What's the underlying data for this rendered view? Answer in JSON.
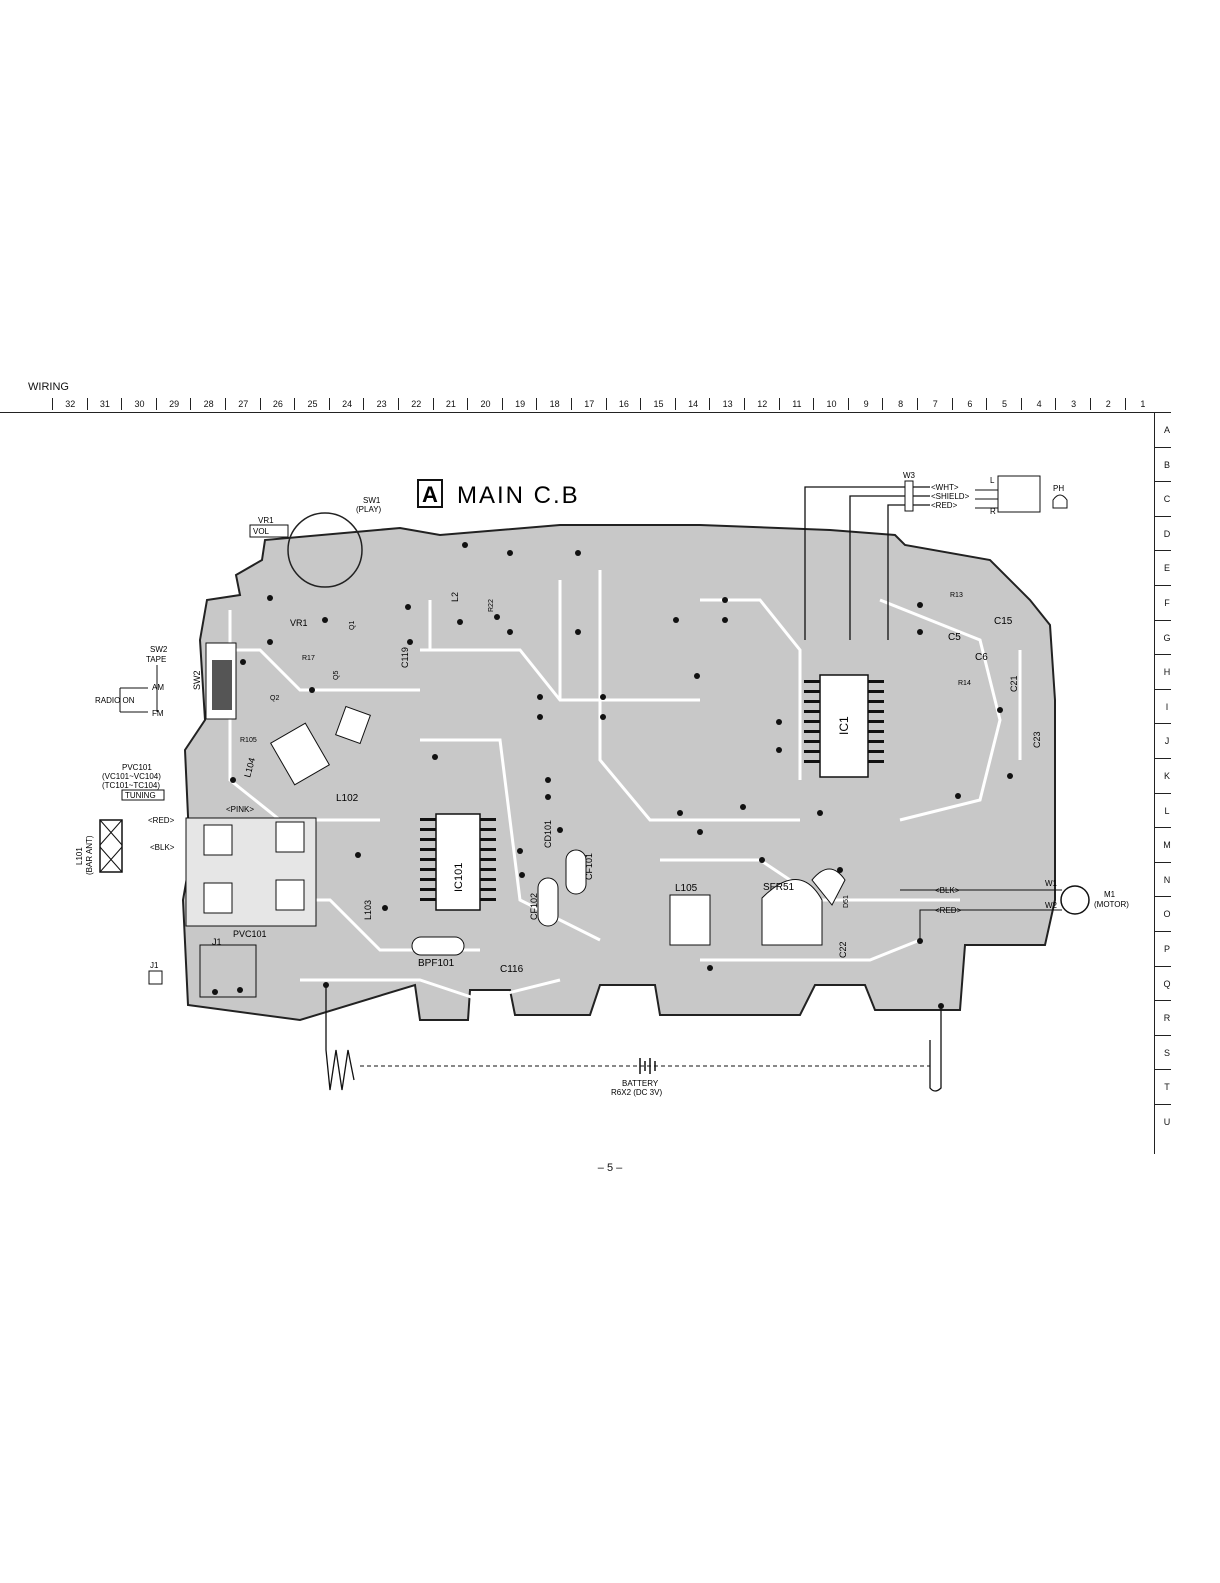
{
  "header": {
    "title": "WIRING"
  },
  "columns": [
    "32",
    "31",
    "30",
    "29",
    "28",
    "27",
    "26",
    "25",
    "24",
    "23",
    "22",
    "21",
    "20",
    "19",
    "18",
    "17",
    "16",
    "15",
    "14",
    "13",
    "12",
    "11",
    "10",
    "9",
    "8",
    "7",
    "6",
    "5",
    "4",
    "3",
    "2",
    "1"
  ],
  "rows": [
    "A",
    "B",
    "C",
    "D",
    "E",
    "F",
    "G",
    "H",
    "I",
    "J",
    "K",
    "L",
    "M",
    "N",
    "O",
    "P",
    "Q",
    "R",
    "S",
    "T",
    "U"
  ],
  "board": {
    "letter": "A",
    "title": "MAIN C.B"
  },
  "labels": {
    "sw1": "SW1",
    "sw1_sub": "(PLAY)",
    "vr1": "VR1",
    "vr1_vol": "VOL",
    "sw2": "SW2",
    "sw2_tape": "TAPE",
    "sw2_am": "AM",
    "sw2_fm": "FM",
    "radio_on": "RADIO ON",
    "pvc101": "PVC101",
    "pvc_line1": "(VC101~VC104)",
    "pvc_line2": "(TC101~TC104)",
    "tuning": "TUNING",
    "l101": "L101",
    "l101_sub": "(BAR ANT)",
    "red": "<RED>",
    "blk": "<BLK>",
    "pink": "<PINK>",
    "wht": "<WHT>",
    "shield": "<SHIELD>",
    "w3": "W3",
    "l": "L",
    "r": "R",
    "ph": "PH",
    "j1": "J1",
    "w1": "W1",
    "w2": "W2",
    "m1": "M1",
    "motor": "(MOTOR)",
    "battery": "BATTERY",
    "battery_sub": "R6X2 (DC 3V)",
    "ic1": "IC1",
    "ic101": "IC101",
    "l104": "L104",
    "l105": "L105",
    "l102": "L102",
    "l103": "L103",
    "l2": "L2",
    "bpf101": "BPF101",
    "sfr51": "SFR51",
    "cf101": "CF101",
    "cf102": "CF102",
    "cd101": "CD101",
    "c15": "C15",
    "c5": "C5",
    "c6": "C6",
    "c21": "C21",
    "c23": "C23",
    "c22": "C22",
    "c116": "C116",
    "c119": "C119",
    "r13": "R13",
    "r14": "R14",
    "r17": "R17",
    "r22": "R22",
    "r105": "R105",
    "pvc101_b": "PVC101",
    "q2": "Q2",
    "q5": "Q5",
    "q1": "Q1",
    "d51": "D51"
  },
  "page_number": "– 5 –"
}
